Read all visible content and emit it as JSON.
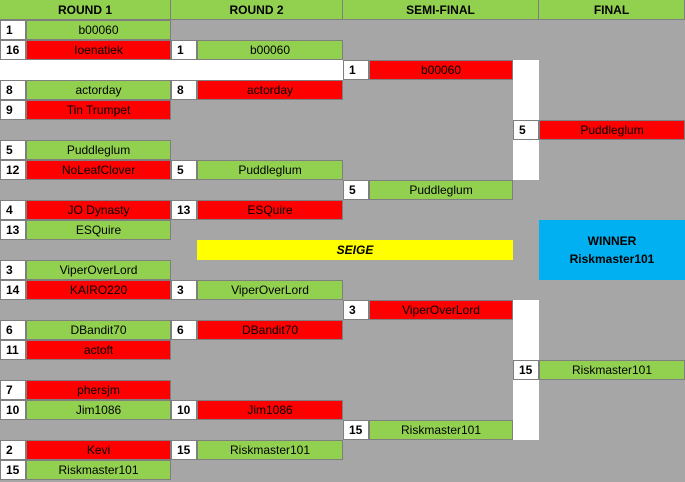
{
  "headers": [
    "ROUND 1",
    "ROUND 2",
    "SEMI-FINAL",
    "FINAL"
  ],
  "colors": {
    "winner_green": "#92d050",
    "loser_red": "#ff0000",
    "seige_yellow": "#ffff00",
    "winner_blue": "#00b0f0",
    "background_gray": "#a6a6a6"
  },
  "round1": [
    {
      "seed": "1",
      "name": "b00060",
      "result": "win"
    },
    {
      "seed": "16",
      "name": "Ioenatiek",
      "result": "loss"
    },
    {
      "seed": "8",
      "name": "actorday",
      "result": "win"
    },
    {
      "seed": "9",
      "name": "Tin Trumpet",
      "result": "loss"
    },
    {
      "seed": "5",
      "name": "Puddleglum",
      "result": "win"
    },
    {
      "seed": "12",
      "name": "NoLeafClover",
      "result": "loss"
    },
    {
      "seed": "4",
      "name": "JO Dynasty",
      "result": "loss"
    },
    {
      "seed": "13",
      "name": "ESQuire",
      "result": "win"
    },
    {
      "seed": "3",
      "name": "ViperOverLord",
      "result": "win"
    },
    {
      "seed": "14",
      "name": "KAIRO220",
      "result": "loss"
    },
    {
      "seed": "6",
      "name": "DBandit70",
      "result": "win"
    },
    {
      "seed": "11",
      "name": "actoft",
      "result": "loss"
    },
    {
      "seed": "7",
      "name": "phersjm",
      "result": "loss"
    },
    {
      "seed": "10",
      "name": "Jim1086",
      "result": "win"
    },
    {
      "seed": "2",
      "name": "Kevi",
      "result": "loss"
    },
    {
      "seed": "15",
      "name": "Riskmaster101",
      "result": "win"
    }
  ],
  "round2": [
    {
      "seed": "1",
      "name": "b00060",
      "result": "win"
    },
    {
      "seed": "8",
      "name": "actorday",
      "result": "loss"
    },
    {
      "seed": "5",
      "name": "Puddleglum",
      "result": "win"
    },
    {
      "seed": "13",
      "name": "ESQuire",
      "result": "loss"
    },
    {
      "seed": "3",
      "name": "ViperOverLord",
      "result": "win"
    },
    {
      "seed": "6",
      "name": "DBandit70",
      "result": "loss"
    },
    {
      "seed": "10",
      "name": "Jim1086",
      "result": "loss"
    },
    {
      "seed": "15",
      "name": "Riskmaster101",
      "result": "win"
    }
  ],
  "semifinal": [
    {
      "seed": "1",
      "name": "b00060",
      "result": "loss"
    },
    {
      "seed": "5",
      "name": "Puddleglum",
      "result": "win"
    },
    {
      "seed": "3",
      "name": "ViperOverLord",
      "result": "loss"
    },
    {
      "seed": "15",
      "name": "Riskmaster101",
      "result": "win"
    }
  ],
  "final": [
    {
      "seed": "5",
      "name": "Puddleglum",
      "result": "loss"
    },
    {
      "seed": "15",
      "name": "Riskmaster101",
      "result": "win"
    }
  ],
  "seige_label": "SEIGE",
  "winner": {
    "label": "WINNER",
    "name": "Riskmaster101"
  }
}
